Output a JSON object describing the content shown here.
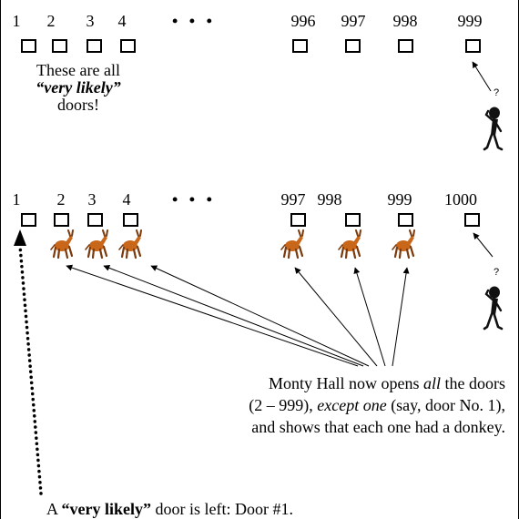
{
  "top": {
    "labels": [
      "1",
      "2",
      "3",
      "4",
      "996",
      "997",
      "998",
      "999"
    ],
    "ellipsis": "• • •",
    "caption": {
      "line1": "These are all",
      "line2": "“very likely”",
      "line3": "doors!"
    }
  },
  "bottom": {
    "labels": [
      "1",
      "2",
      "3",
      "4",
      "997",
      "998",
      "999",
      "1000"
    ],
    "ellipsis": "• • •",
    "monty": {
      "line1_pre": "Monty Hall now opens ",
      "line1_em": "all",
      "line1_post": " the doors",
      "line2_pre": "(2 – 999), ",
      "line2_em": "except one",
      "line2_post": " (say, door No. 1),",
      "line3": "and shows that each one had a donkey."
    },
    "footer": {
      "pre": "A ",
      "bold": "“very likely”",
      "post": " door is left:  Door #1."
    }
  },
  "colors": {
    "donkey": "#c8661a",
    "donkey_dark": "#7a3a0c",
    "person": "#111111"
  }
}
